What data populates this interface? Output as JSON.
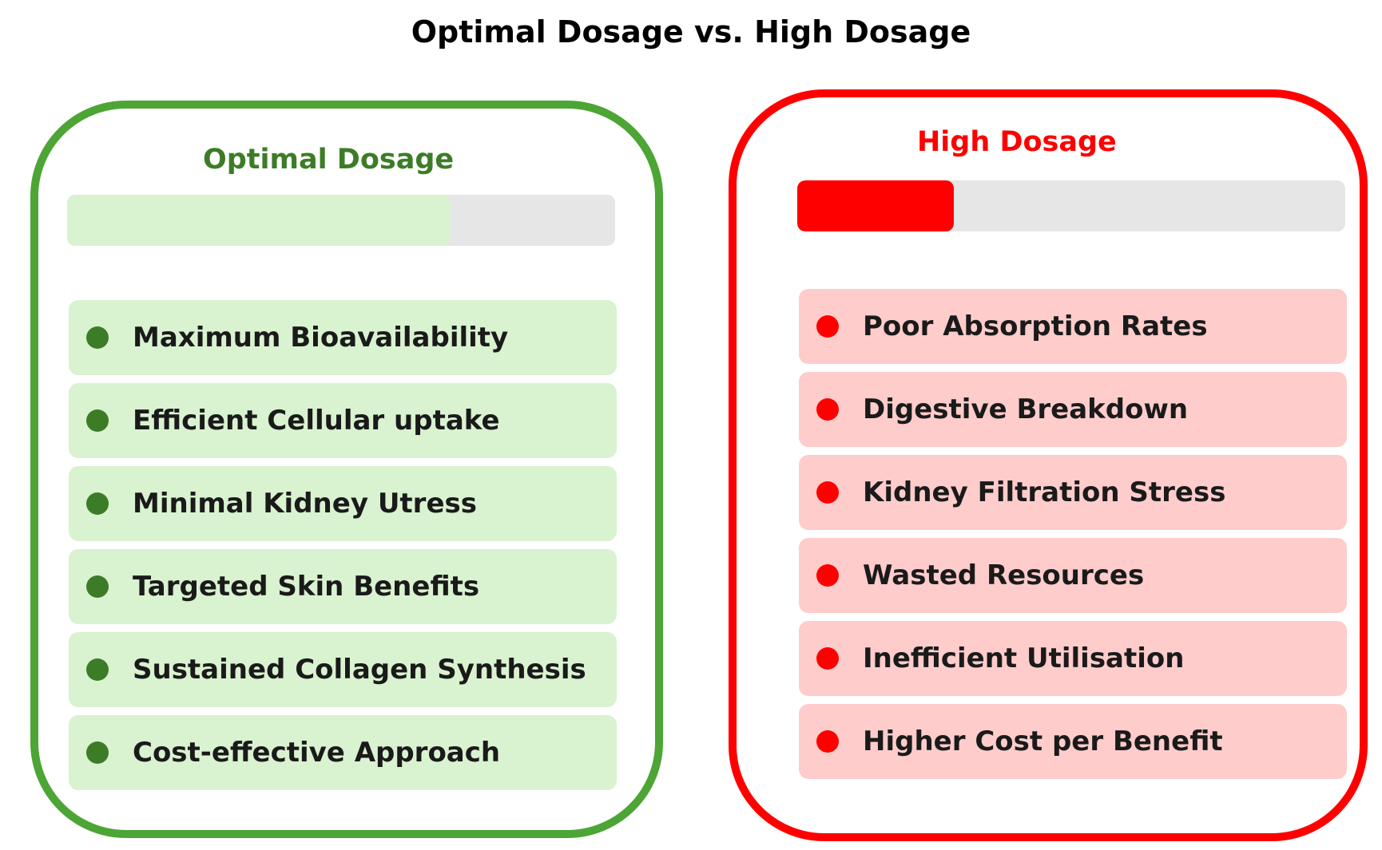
{
  "title": "Optimal Dosage vs. High Dosage",
  "colors": {
    "optimal_border": "#4ca534",
    "optimal_accent": "#3d7c27",
    "optimal_fill": "#d9f2d0",
    "high_border": "#ff0000",
    "high_fill": "#ffcccc",
    "track": "#e6e6e6"
  },
  "optimal": {
    "title": "Optimal Dosage",
    "level": 0.7,
    "items": [
      "Maximum Bioavailability",
      "Efficient Cellular uptake",
      "Minimal Kidney Utress",
      "Targeted Skin Benefits",
      "Sustained Collagen Synthesis",
      "Cost-effective Approach"
    ]
  },
  "high": {
    "title": "High Dosage",
    "level": 0.285,
    "items": [
      "Poor Absorption Rates",
      "Digestive Breakdown",
      "Kidney Filtration Stress",
      "Wasted Resources",
      "Inefficient Utilisation",
      "Higher Cost per Benefit"
    ]
  }
}
